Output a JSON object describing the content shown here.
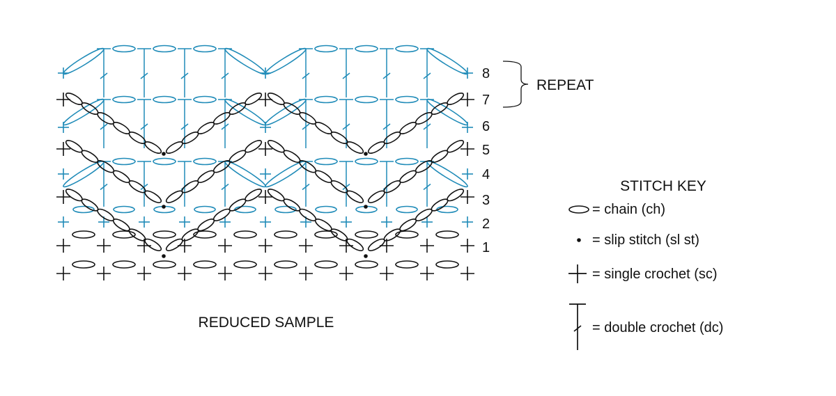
{
  "colors": {
    "blue": "#1f8bb8",
    "black": "#111111",
    "background": "#ffffff"
  },
  "row_numbers": [
    "1",
    "2",
    "3",
    "4",
    "5",
    "6",
    "7",
    "8"
  ],
  "repeat_label": "REPEAT",
  "sample_label": "REDUCED SAMPLE",
  "stitch_key": {
    "title": "STITCH KEY",
    "items": [
      {
        "symbol": "chain-icon",
        "text": "= chain (ch)"
      },
      {
        "symbol": "slip-stitch-icon",
        "text": "= slip stitch (sl st)"
      },
      {
        "symbol": "single-crochet-icon",
        "text": "= single crochet (sc)"
      },
      {
        "symbol": "double-crochet-icon",
        "text": "= double crochet (dc)"
      }
    ]
  }
}
